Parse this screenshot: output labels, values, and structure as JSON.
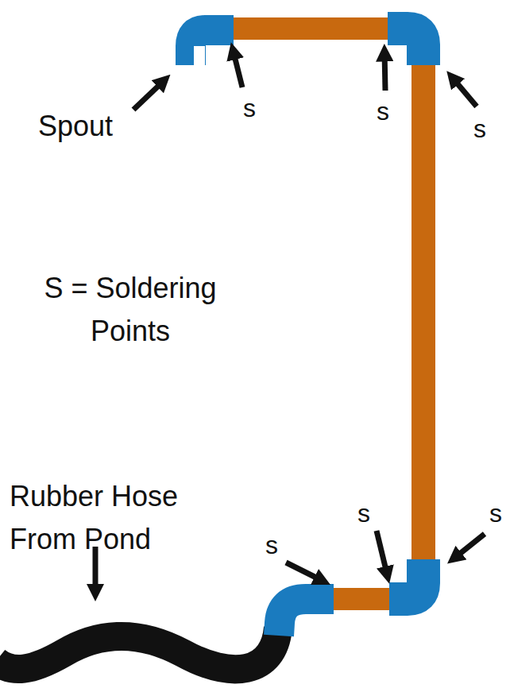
{
  "diagram": {
    "labels": [
      "Spout",
      "s",
      "s",
      "s",
      "S = Soldering Points",
      "Rubber Hose From Pond",
      "s",
      "s",
      "s"
    ]
  }
}
